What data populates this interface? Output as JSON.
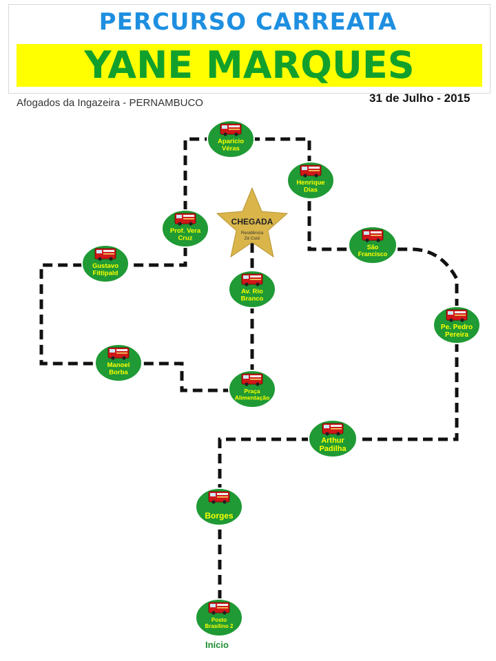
{
  "header": {
    "title_top": "PERCURSO CARREATA",
    "title_name": "YANE MARQUES",
    "city": "Afogados da Ingazeira - PERNAMBUCO",
    "date": "31 de Julho  - 2015"
  },
  "finish": {
    "label": "CHEGADA",
    "sub1": "Residência",
    "sub2": "Zé Coió"
  },
  "start_label": "Início",
  "colors": {
    "blue": "#1e8fe0",
    "yellow": "#ffff00",
    "green": "#12a02c",
    "stop_fill": "#1f9a35",
    "route": "#111111",
    "star": "#d9b54a"
  },
  "stops": [
    {
      "id": "aparicio-veras",
      "lines": [
        "Aparicio",
        "Véras"
      ]
    },
    {
      "id": "henrique-dias",
      "lines": [
        "Henrique",
        "Dias"
      ]
    },
    {
      "id": "prof-vera-cruz",
      "lines": [
        "Prof. Vera",
        "Cruz"
      ]
    },
    {
      "id": "sao-francisco",
      "lines": [
        "São",
        "Francisco"
      ]
    },
    {
      "id": "gustavo-fittipald",
      "lines": [
        "Gustavo",
        "Fittipald"
      ]
    },
    {
      "id": "av-rio-branco",
      "lines": [
        "Av. Rio",
        "Branco"
      ]
    },
    {
      "id": "pe-pedro-pereira",
      "lines": [
        "Pe. Pedro",
        "Pereira"
      ]
    },
    {
      "id": "manoel-borba",
      "lines": [
        "Manoel",
        "Borba"
      ]
    },
    {
      "id": "praca-alimentacao",
      "lines": [
        "Praça",
        "Alimentação"
      ]
    },
    {
      "id": "arthur-padilha",
      "lines": [
        "Arthur",
        "Padilha"
      ]
    },
    {
      "id": "borges",
      "lines": [
        "Borges"
      ]
    },
    {
      "id": "posto-brasilino-2",
      "lines": [
        "Posto",
        "Brasilino 2"
      ]
    }
  ]
}
